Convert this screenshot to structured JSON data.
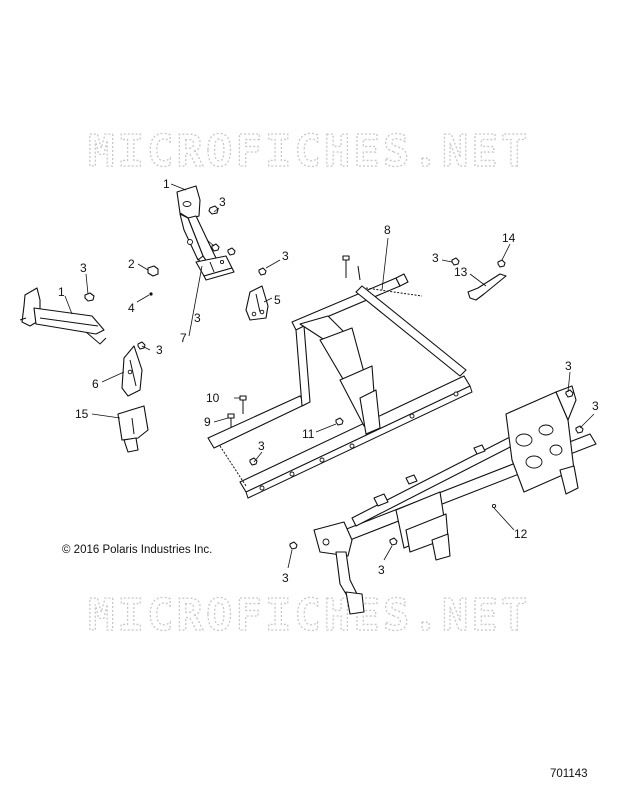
{
  "watermark": {
    "top": "MICROFICHES.NET",
    "bottom": "MICROFICHES.NET"
  },
  "copyright": "© 2016  Polaris Industries Inc.",
  "diagram_code": "701143",
  "callouts": [
    {
      "id": "c1a",
      "label": "1"
    },
    {
      "id": "c3a",
      "label": "3"
    },
    {
      "id": "c2",
      "label": "2"
    },
    {
      "id": "c4",
      "label": "4"
    },
    {
      "id": "c3b",
      "label": "3"
    },
    {
      "id": "c1b",
      "label": "1"
    },
    {
      "id": "c3c",
      "label": "3"
    },
    {
      "id": "c5",
      "label": "5"
    },
    {
      "id": "c3d",
      "label": "3"
    },
    {
      "id": "c7",
      "label": "7"
    },
    {
      "id": "c3e",
      "label": "3"
    },
    {
      "id": "c6",
      "label": "6"
    },
    {
      "id": "c15",
      "label": "15"
    },
    {
      "id": "c8",
      "label": "8"
    },
    {
      "id": "c10",
      "label": "10"
    },
    {
      "id": "c9",
      "label": "9"
    },
    {
      "id": "c11",
      "label": "11"
    },
    {
      "id": "c3f",
      "label": "3"
    },
    {
      "id": "c3g",
      "label": "3"
    },
    {
      "id": "c14",
      "label": "14"
    },
    {
      "id": "c13",
      "label": "13"
    },
    {
      "id": "c3h",
      "label": "3"
    },
    {
      "id": "c3i",
      "label": "3"
    },
    {
      "id": "c12",
      "label": "12"
    },
    {
      "id": "c3j",
      "label": "3"
    },
    {
      "id": "c3k",
      "label": "3"
    }
  ]
}
